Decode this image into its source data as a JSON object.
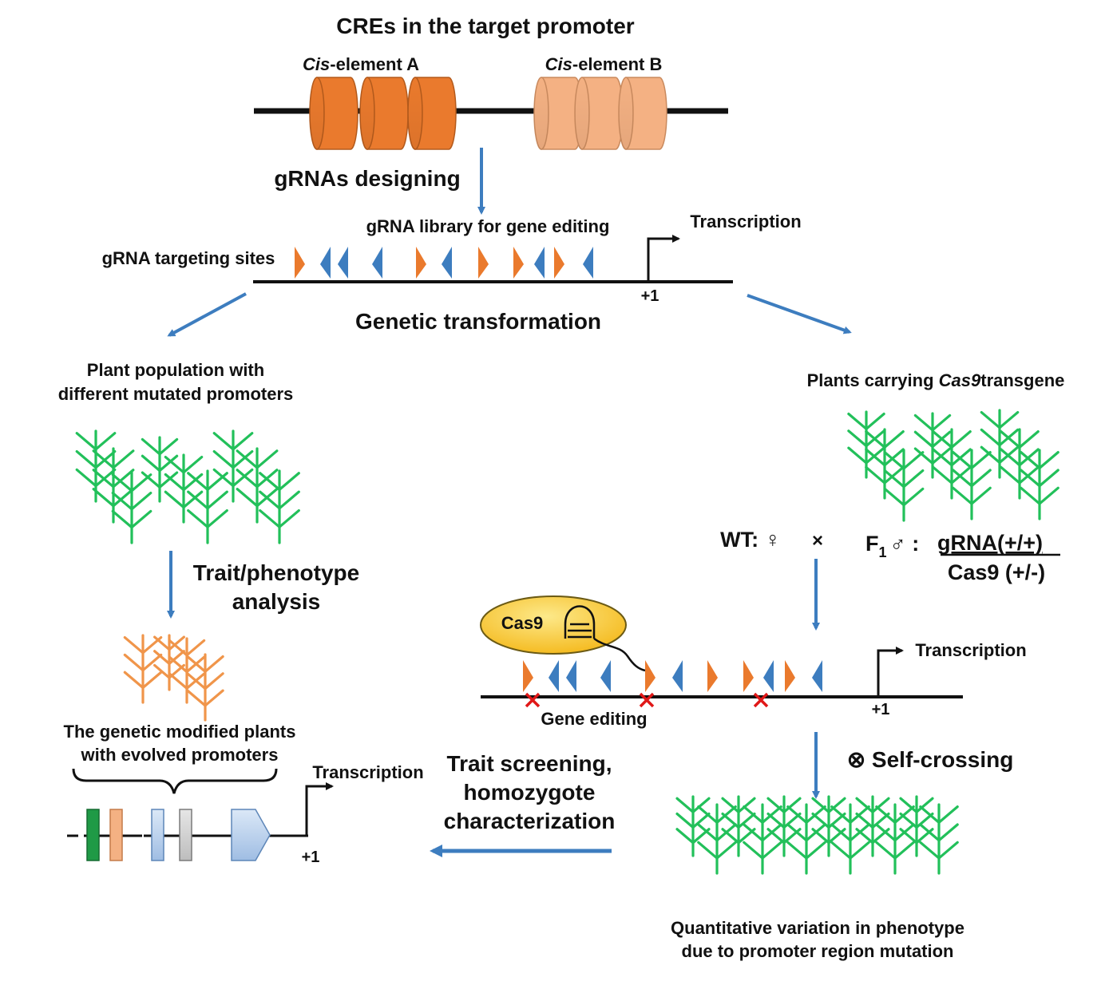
{
  "title": "CREs in the target promoter",
  "cis_element_a": {
    "italic": "Cis",
    "rest": "-element A"
  },
  "cis_element_b": {
    "italic": "Cis",
    "rest": "-element B"
  },
  "grnas_designing": "gRNAs designing",
  "grna_library": "gRNA library for gene editing",
  "grna_targeting_sites": "gRNA targeting  sites",
  "transcription": "Transcription",
  "plus_one": "+1",
  "genetic_transformation": "Genetic transformation",
  "left_branch": {
    "population_line1": "Plant population with",
    "population_line2": "different mutated promoters",
    "trait_line1": "Trait/phenotype",
    "trait_line2": "analysis",
    "modified_line1": "The genetic modified plants",
    "modified_line2": "with evolved promoters"
  },
  "right_branch": {
    "cas9_plants_prefix": "Plants carrying ",
    "cas9_plants_italic": "Cas9",
    "cas9_plants_suffix": "transgene",
    "wt": "WT: ♀",
    "cross": "×",
    "f1": "F",
    "f1_sub": "1",
    "f1_male": "♂ :",
    "genotype_top": "gRNA(+/+)",
    "genotype_bottom": "Cas9 (+/-)",
    "cas9_label": "Cas9",
    "gene_editing": "Gene editing",
    "self_crossing": "⊗ Self-crossing",
    "quant_line1": "Quantitative variation in phenotype",
    "quant_line2": "due to promoter region mutation"
  },
  "bottom_arrow": {
    "line1": "Trait screening,",
    "line2": "homozygote",
    "line3": "characterization"
  },
  "colors": {
    "orange_dark": "#ea7a2d",
    "orange_light": "#f4b183",
    "blue_arrow": "#3d7dbf",
    "green_plant": "#22c05a",
    "orange_plant": "#f0954a",
    "cas9_yellow": "#f6c62d",
    "red_cut": "#e01818"
  },
  "library_top_glyphs": [
    "orange-right",
    "blue-left",
    "blue-left",
    "blue-left",
    "orange-right",
    "blue-left",
    "orange-right",
    "orange-right",
    "blue-left",
    "orange-right",
    "blue-left"
  ],
  "library_bottom_glyphs": [
    "orange-right",
    "blue-left",
    "blue-left",
    "blue-left",
    "orange-right",
    "blue-left",
    "orange-right",
    "orange-right",
    "blue-left",
    "orange-right",
    "blue-left"
  ]
}
